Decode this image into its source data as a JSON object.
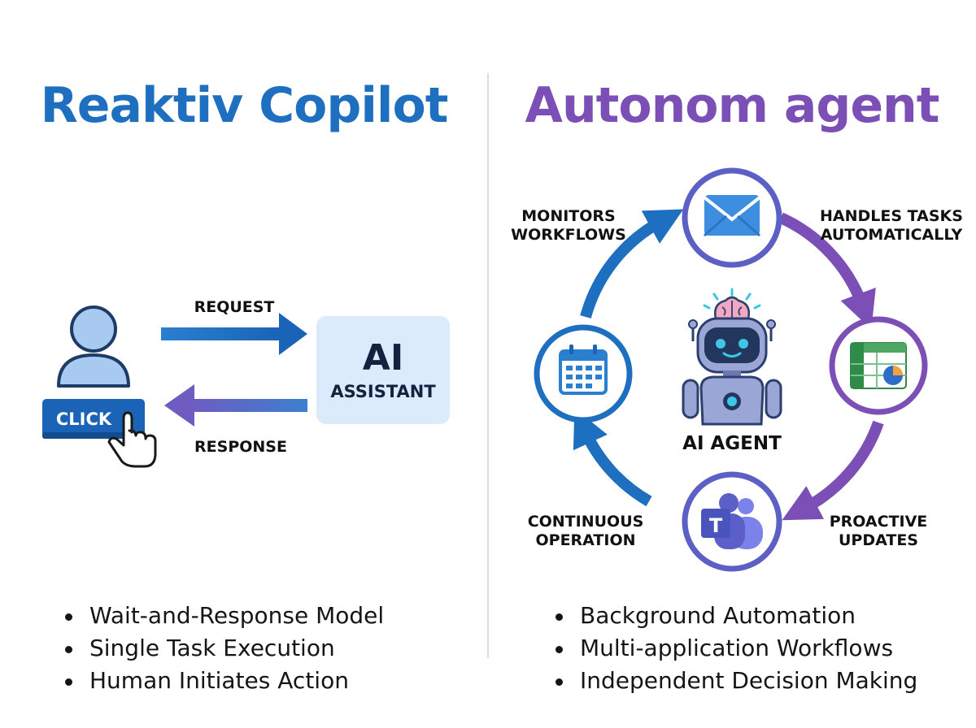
{
  "left": {
    "title": "Reaktiv Copilot",
    "request_label": "REQUEST",
    "response_label": "RESPONSE",
    "click_label": "CLICK",
    "assistant_line1": "AI",
    "assistant_line2": "ASSISTANT",
    "bullets": [
      "Wait-and-Response Model",
      "Single Task Execution",
      "Human Initiates Action"
    ]
  },
  "right": {
    "title": "Autonom agent",
    "center_label": "AI AGENT",
    "labels": {
      "monitors": [
        "MONITORS",
        "WORKFLOWS"
      ],
      "handles": [
        "HANDLES TASKS",
        "AUTOMATICALLY"
      ],
      "proactive": [
        "PROACTIVE",
        "UPDATES"
      ],
      "continuous": [
        "CONTINUOUS",
        "OPERATION"
      ]
    },
    "bullets": [
      "Background Automation",
      "Multi-application Workflows",
      "Independent Decision Making"
    ]
  },
  "colors": {
    "blue": "#1f6fc0",
    "purple": "#7b4fb5",
    "assistant_bg": "#dcebfb"
  },
  "icons": [
    "user-icon",
    "hand-cursor-icon",
    "mail-icon",
    "spreadsheet-icon",
    "teams-icon",
    "calendar-icon",
    "robot-icon"
  ]
}
